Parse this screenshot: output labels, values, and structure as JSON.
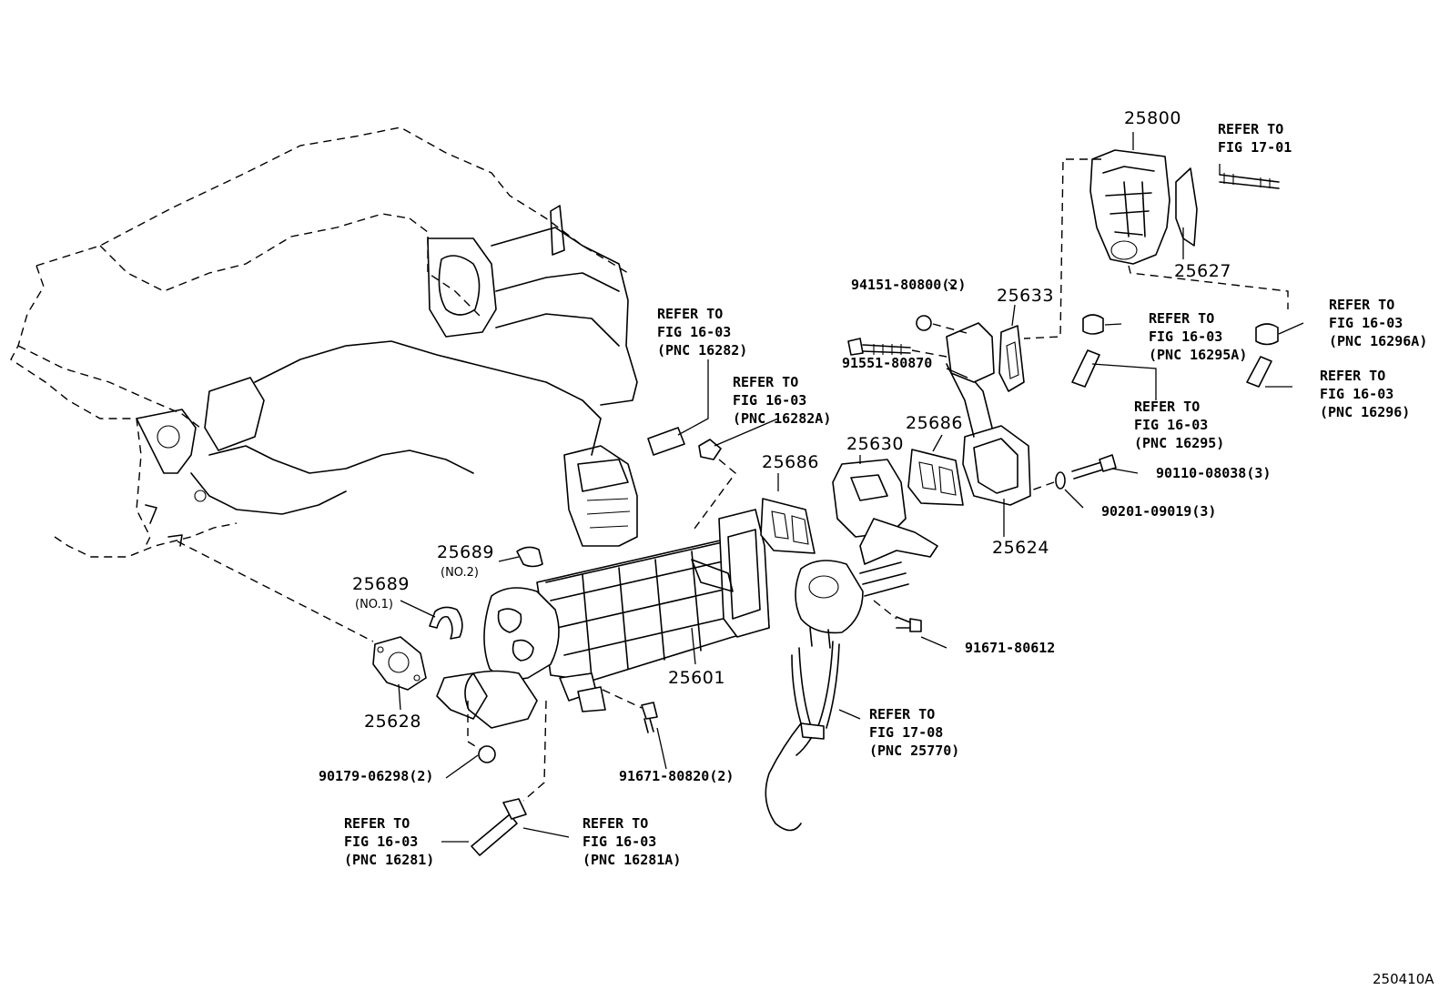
{
  "figure_id": "250410A",
  "parts": {
    "p25800": "25800",
    "p25627": "25627",
    "p25633": "25633",
    "p25686a": "25686",
    "p25686b": "25686",
    "p25630": "25630",
    "p25624": "25624",
    "p25689_no2": "25689",
    "p25689_no2_sub": "(NO.2)",
    "p25689_no1": "25689",
    "p25689_no1_sub": "(NO.1)",
    "p25601": "25601",
    "p25628": "25628",
    "b94151": "94151-80800(2)",
    "b91551": "91551-80870",
    "b90110": "90110-08038(3)",
    "b90201": "90201-09019(3)",
    "b91671_612": "91671-80612",
    "b91671_820": "91671-80820(2)",
    "b90179": "90179-06298(2)"
  },
  "refs": {
    "r1701": [
      "REFER TO",
      "FIG 17-01"
    ],
    "r16282": [
      "REFER TO",
      "FIG 16-03",
      "(PNC 16282)"
    ],
    "r16282a": [
      "REFER TO",
      "FIG 16-03",
      "(PNC 16282A)"
    ],
    "r16295a": [
      "REFER TO",
      "FIG 16-03",
      "(PNC 16295A)"
    ],
    "r16296a": [
      "REFER TO",
      "FIG 16-03",
      "(PNC 16296A)"
    ],
    "r16296": [
      "REFER TO",
      "FIG 16-03",
      "(PNC 16296)"
    ],
    "r16295": [
      "REFER TO",
      "FIG 16-03",
      "(PNC 16295)"
    ],
    "r25770": [
      "REFER TO",
      "FIG 17-08",
      "(PNC 25770)"
    ],
    "r16281": [
      "REFER TO",
      "FIG 16-03",
      "(PNC 16281)"
    ],
    "r16281a": [
      "REFER TO",
      "FIG 16-03",
      "(PNC 16281A)"
    ]
  }
}
